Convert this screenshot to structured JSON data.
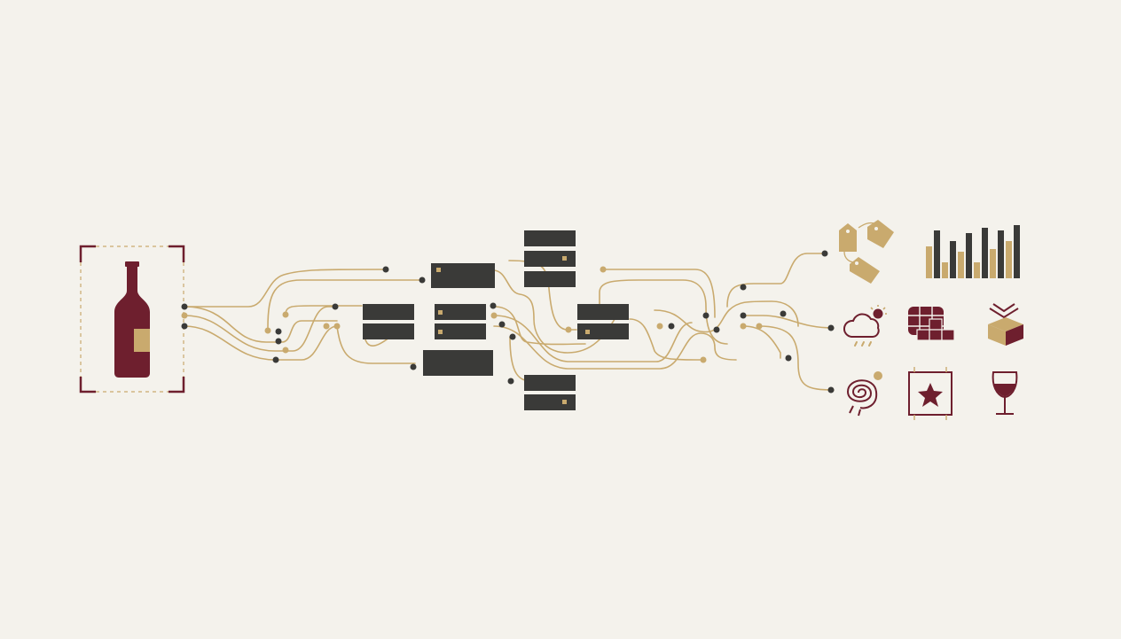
{
  "colors": {
    "background": "#f4f2ec",
    "wine": "#6e1f2e",
    "gold": "#c9aa6e",
    "dark": "#3a3a38"
  },
  "source": {
    "icon": "wine-bottle-icon"
  },
  "outputs": [
    {
      "icon": "price-tags-icon"
    },
    {
      "icon": "bar-chart-icon"
    },
    {
      "icon": "weather-icon"
    },
    {
      "icon": "barrels-icon"
    },
    {
      "icon": "box-icon"
    },
    {
      "icon": "aroma-swirl-icon"
    },
    {
      "icon": "star-rating-icon"
    },
    {
      "icon": "wine-glass-icon"
    }
  ],
  "bar_chart": {
    "values": [
      0.6,
      0.9,
      0.3,
      0.7,
      0.5,
      0.85,
      0.3,
      0.95,
      0.55,
      0.9,
      0.7,
      1.0
    ]
  }
}
